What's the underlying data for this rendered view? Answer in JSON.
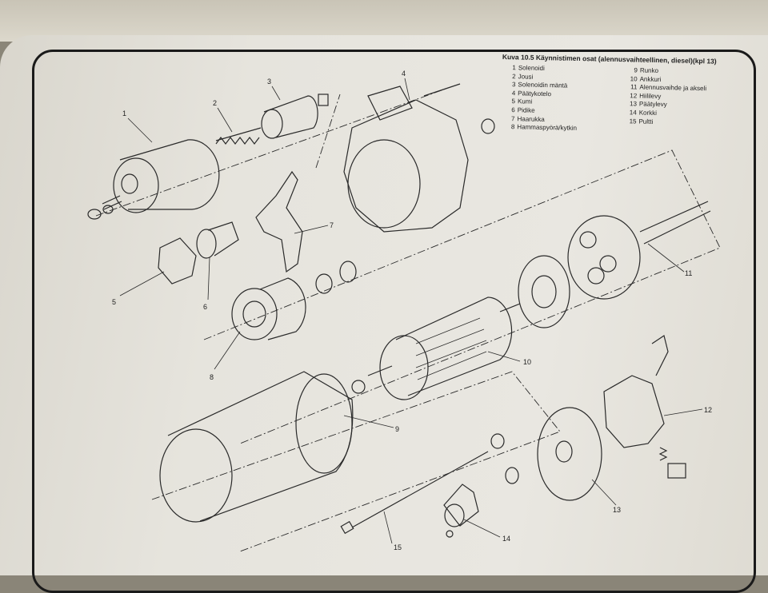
{
  "figure": {
    "caption": "Kuva 10.5 Käynnistimen osat (alennusvaihteellinen, diesel)(kpl 13)",
    "legend_col1": [
      {
        "num": "1",
        "label": "Solenoidi"
      },
      {
        "num": "2",
        "label": "Jousi"
      },
      {
        "num": "3",
        "label": "Solenoidin mäntä"
      },
      {
        "num": "4",
        "label": "Päätykotelo"
      },
      {
        "num": "5",
        "label": "Kumi"
      },
      {
        "num": "6",
        "label": "Pidike"
      },
      {
        "num": "7",
        "label": "Haarukka"
      },
      {
        "num": "8",
        "label": "Hammaspyörä/kytkin"
      }
    ],
    "legend_col2": [
      {
        "num": "9",
        "label": "Runko"
      },
      {
        "num": "10",
        "label": "Ankkuri"
      },
      {
        "num": "11",
        "label": "Alennusvaihde ja akseli"
      },
      {
        "num": "12",
        "label": "Hiililevy"
      },
      {
        "num": "13",
        "label": "Päätylevy"
      },
      {
        "num": "14",
        "label": "Korkki"
      },
      {
        "num": "15",
        "label": "Pultti"
      }
    ],
    "callouts": [
      "1",
      "2",
      "3",
      "4",
      "5",
      "6",
      "7",
      "8",
      "9",
      "10",
      "11",
      "12",
      "13",
      "14",
      "15"
    ]
  }
}
